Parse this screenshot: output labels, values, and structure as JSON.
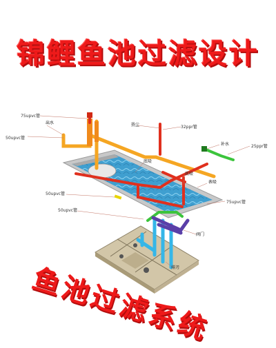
{
  "title": "锦鲤鱼池过滤设计",
  "bottom_title": "鱼池过滤系统",
  "labels": {
    "pipe_75_top": "75upvc管",
    "outlet": "出水",
    "pipe_50_left": "50upvc管",
    "dust_pump": "扬尘",
    "ppr_32": "32ppr管",
    "makeup_water": "补水",
    "ppr_25": "25ppr管",
    "bottom_suction_1": "底吸",
    "bottom_suction_2": "底吸",
    "surface_suction": "表吸",
    "pipe_75_right": "75upvc管",
    "pipe_50_mid": "50upvc管",
    "pipe_50_low": "50upvc管",
    "valve": "阀门",
    "drain": "排污"
  },
  "colors": {
    "title": "#ee1a1a",
    "orange_pipe": "#f5a623",
    "red_pipe": "#e0301e",
    "green_pipe": "#3cc43c",
    "blue_pipe": "#35b6e8",
    "purple_pipe": "#5a3fa8",
    "water": "#4aa9d6",
    "pond_rim": "#b9b9b9"
  }
}
